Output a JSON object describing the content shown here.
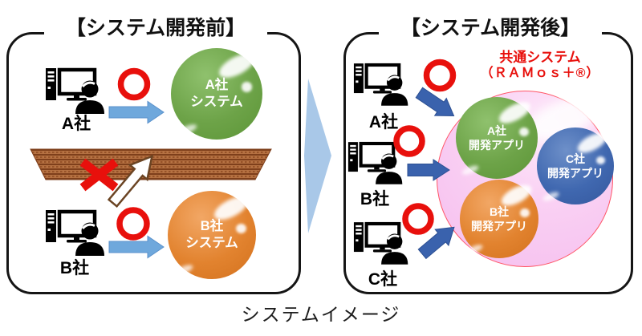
{
  "caption": "システムイメージ",
  "colors": {
    "panel_border": "#151515",
    "red": "#e8100c",
    "green_sphere": "#6da348",
    "orange_sphere": "#e2832f",
    "blue_sphere": "#4068b0",
    "pink_system": "#f8c9f1",
    "pink_outline": "#ff5566",
    "light_blue_arrow": "#6fa8dc",
    "dark_blue_arrow": "#3a62ad",
    "big_arrow": "#a9c8e8",
    "wall_brown": "#a35d2e",
    "white_arrow_outline": "#6b4423"
  },
  "left_panel": {
    "title": "【システム開発前】",
    "companies": [
      {
        "label": "A社"
      },
      {
        "label": "B社"
      }
    ],
    "spheres": [
      {
        "line1": "A社",
        "line2": "システム"
      },
      {
        "line1": "B社",
        "line2": "システム"
      }
    ]
  },
  "right_panel": {
    "title": "【システム開発後】",
    "system_label_line1": "共通システム",
    "system_label_line2": "（ＲＡＭｏｓ＋®）",
    "companies": [
      {
        "label": "A社"
      },
      {
        "label": "B社"
      },
      {
        "label": "C社"
      }
    ],
    "apps": [
      {
        "line1": "A社",
        "line2": "開発アプリ"
      },
      {
        "line1": "C社",
        "line2": "開発アプリ"
      },
      {
        "line1": "B社",
        "line2": "開発アプリ"
      }
    ]
  }
}
